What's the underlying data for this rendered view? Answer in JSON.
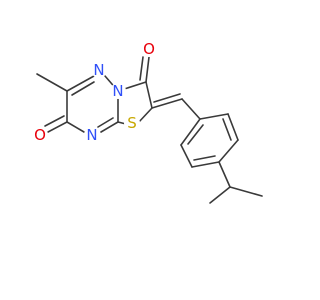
{
  "molecule": {
    "atoms": {
      "o_top": {
        "symbol": "O",
        "color": "#e8000b"
      },
      "o_left": {
        "symbol": "O",
        "color": "#e8000b"
      },
      "n_top": {
        "symbol": "N",
        "color": "#3050f8"
      },
      "n_bridge": {
        "symbol": "N",
        "color": "#3050f8"
      },
      "n_bottom": {
        "symbol": "N",
        "color": "#3050f8"
      },
      "s_ring": {
        "symbol": "S",
        "color": "#c8a800"
      }
    },
    "bond_color": "#3a3a3a",
    "background": "#ffffff"
  }
}
